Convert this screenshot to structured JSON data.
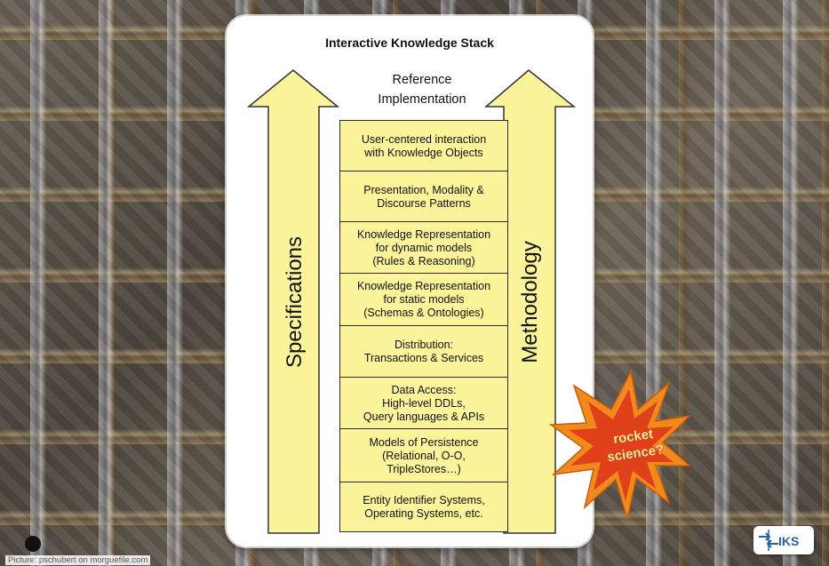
{
  "title": "Interactive Knowledge Stack",
  "top_label": "Reference\nImplementation",
  "left_arrow_label": "Specifications",
  "right_arrow_label": "Methodology",
  "layers": [
    {
      "text": "User-centered interaction\nwith Knowledge Objects"
    },
    {
      "text": "Presentation, Modality &\nDiscourse Patterns"
    },
    {
      "text": "Knowledge Representation\nfor dynamic models\n(Rules & Reasoning)"
    },
    {
      "text": "Knowledge Representation\nfor static models\n(Schemas & Ontologies)"
    },
    {
      "text": "Distribution:\nTransactions & Services"
    },
    {
      "text": "Data Access:\nHigh-level DDLs,\nQuery languages & APIs"
    },
    {
      "text": "Models of Persistence\n(Relational, O-O,\nTripleStores…)"
    },
    {
      "text": "Entity Identifier Systems,\nOperating Systems, etc."
    }
  ],
  "burst_text": "rocket\nscience?",
  "credit": "Picture: pschubert on morguefile.com",
  "logo_text": "IKS",
  "colors": {
    "layer_fill": "#fbf49a",
    "arrow_fill": "#fbf49a",
    "burst_outer": "#f08a1c",
    "burst_inner": "#e0401a"
  }
}
